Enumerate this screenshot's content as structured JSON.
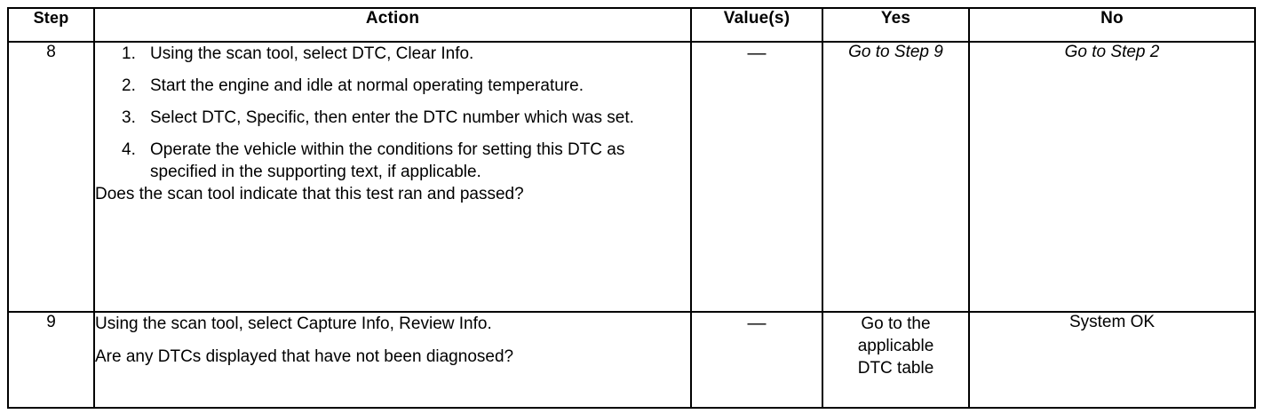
{
  "table": {
    "headers": {
      "step": "Step",
      "action": "Action",
      "value": "Value(s)",
      "yes": "Yes",
      "no": "No"
    },
    "rows": [
      {
        "step": "8",
        "action_items": [
          {
            "num": "1.",
            "text": "Using the scan tool, select DTC, Clear Info."
          },
          {
            "num": "2.",
            "text": "Start the engine and idle at normal operating temperature."
          },
          {
            "num": "3.",
            "text": "Select DTC, Specific, then enter the DTC number which was set."
          },
          {
            "num": "4.",
            "text": "Operate the vehicle within the conditions for setting this DTC as specified in the supporting text, if applicable."
          }
        ],
        "question": "Does the scan tool indicate that this test ran and passed?",
        "value": "—",
        "yes": "Go to Step 9",
        "no": "Go to Step 2"
      },
      {
        "step": "9",
        "action_lines": [
          "Using the scan tool, select Capture Info, Review Info.",
          "Are any DTCs displayed that have not been diagnosed?"
        ],
        "value": "—",
        "yes_lines": [
          "Go to the",
          "applicable",
          "DTC table"
        ],
        "no": "System OK"
      }
    ]
  }
}
